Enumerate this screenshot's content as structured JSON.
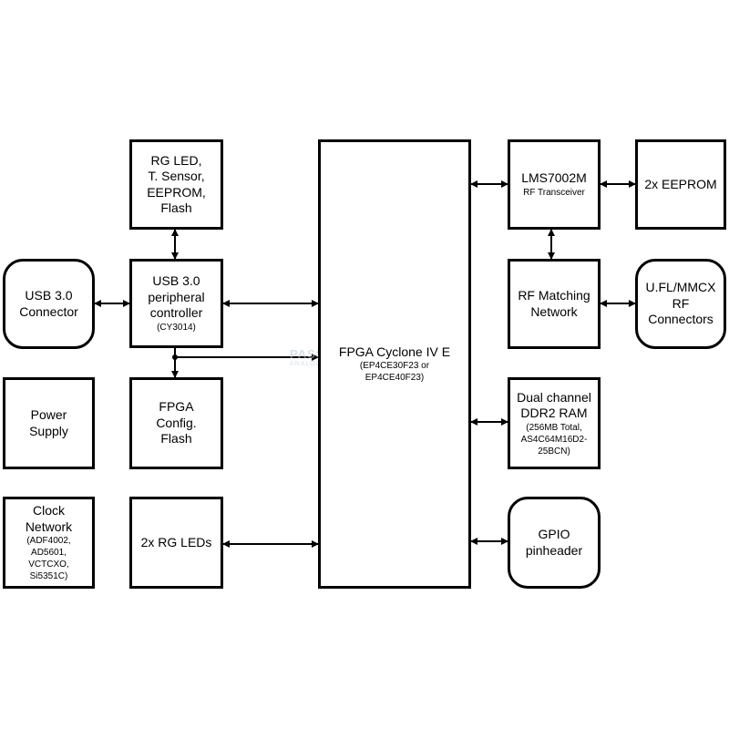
{
  "blocks": {
    "rg_led": {
      "title": "RG LED,\nT. Sensor,\nEEPROM,\nFlash"
    },
    "usb_connector": {
      "title": "USB 3.0\nConnector"
    },
    "usb_controller": {
      "title": "USB 3.0\nperipheral\ncontroller",
      "sub": "(CY3014)"
    },
    "power_supply": {
      "title": "Power\nSupply"
    },
    "fpga_config": {
      "title": "FPGA\nConfig.\nFlash"
    },
    "clock_network": {
      "title": "Clock\nNetwork",
      "sub": "(ADF4002,\nAD5601,\nVCTCXO,\nSi5351C)"
    },
    "rg_leds": {
      "title": "2x RG LEDs"
    },
    "fpga": {
      "title": "FPGA Cyclone IV E",
      "sub": "(EP4CE30F23 or\nEP4CE40F23)"
    },
    "lms": {
      "title": "LMS7002M",
      "sub": "RF Transceiver"
    },
    "eeprom": {
      "title": "2x EEPROM"
    },
    "rf_matching": {
      "title": "RF Matching\nNetwork"
    },
    "ufl": {
      "title": "U.FL/MMCX\nRF\nConnectors"
    },
    "ddr2": {
      "title": "Dual channel\nDDR2 RAM",
      "sub": "(256MB Total,\nAS4C64M16D2-\n25BCN)"
    },
    "gpio": {
      "title": "GPIO\npinheader"
    }
  },
  "watermark": {
    "line1": "PASSIVE RADIO",
    "line2": "ANALOGUE RADIO DESIGNER"
  },
  "colors": {
    "stroke": "#000000",
    "watermark": "#b8cad6"
  }
}
